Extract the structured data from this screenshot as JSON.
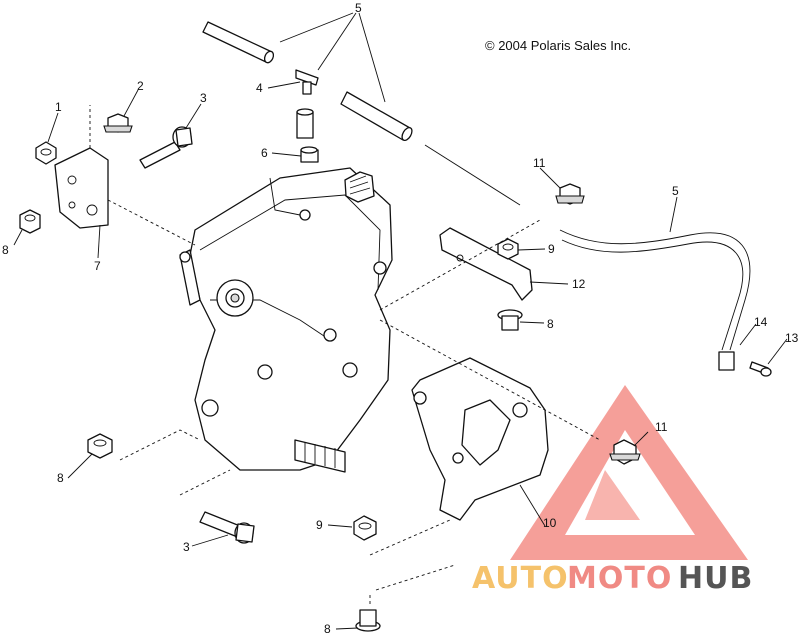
{
  "copyright": "© 2004 Polaris Sales Inc.",
  "watermark": {
    "part1": "AUTO",
    "part2": "MOTO",
    "part3": "HUB",
    "color_auto": "#f5c26b",
    "color_moto": "#f08a84",
    "color_hub": "#555555",
    "triangle_color": "#f06a60"
  },
  "callouts": {
    "c5_top": "5",
    "c2": "2",
    "c1": "1",
    "c3_top": "3",
    "c4": "4",
    "c6": "6",
    "c8_left": "8",
    "c7": "7",
    "c11_top": "11",
    "c5_right": "5",
    "c9_top": "9",
    "c12": "12",
    "c8_mid": "8",
    "c14": "14",
    "c13": "13",
    "c11_low": "11",
    "c10": "10",
    "c8_lower": "8",
    "c3_low": "3",
    "c9_low": "9",
    "c8_bottom": "8"
  }
}
